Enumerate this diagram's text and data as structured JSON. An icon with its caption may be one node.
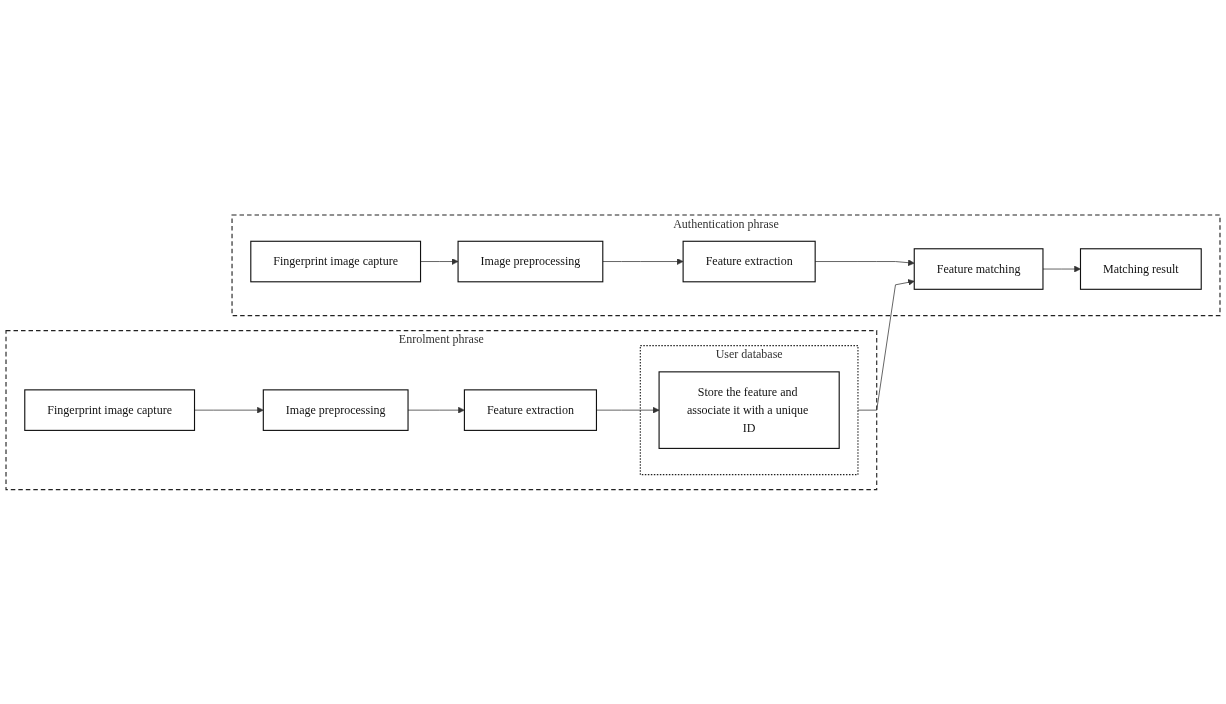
{
  "diagram": {
    "nodes": [
      {
        "text": [
          "Enrolment phrase"
        ]
      },
      {
        "text": [
          "Fingerprint image capture"
        ],
        "in": 0
      },
      {
        "text": [
          "Image preprocessing"
        ],
        "in": 0
      },
      {
        "text": [
          "Feature extraction"
        ],
        "in": 0
      },
      {
        "text": [
          "User database"
        ],
        "in": 0
      },
      {
        "text": [
          "Store the feature and associate it with a unique ID"
        ],
        "in": 4
      },
      {
        "text": [
          "Authentication phrase"
        ]
      },
      {
        "text": [
          "Fingerprint image capture"
        ],
        "in": 6
      },
      {
        "text": [
          "Image preprocessing"
        ],
        "in": 6
      },
      {
        "text": [
          "Feature extraction"
        ],
        "in": 6
      },
      {
        "text": [
          "Feature matching"
        ],
        "in": 6
      },
      {
        "text": [
          "Matching result"
        ],
        "in": 6
      }
    ],
    "edges": [
      {
        "from": 1,
        "to": 2,
        "arrow": "to"
      },
      {
        "from": 2,
        "to": 3,
        "arrow": "to"
      },
      {
        "from": 3,
        "to": 5,
        "arrow": "to"
      },
      {
        "from": 4,
        "to": 10,
        "arrow": "to"
      },
      {
        "from": 7,
        "to": 8,
        "arrow": "to"
      },
      {
        "from": 8,
        "to": 9,
        "arrow": "to"
      },
      {
        "from": 9,
        "to": 10,
        "arrow": "to"
      },
      {
        "from": 10,
        "to": 11,
        "arrow": "to"
      }
    ]
  }
}
